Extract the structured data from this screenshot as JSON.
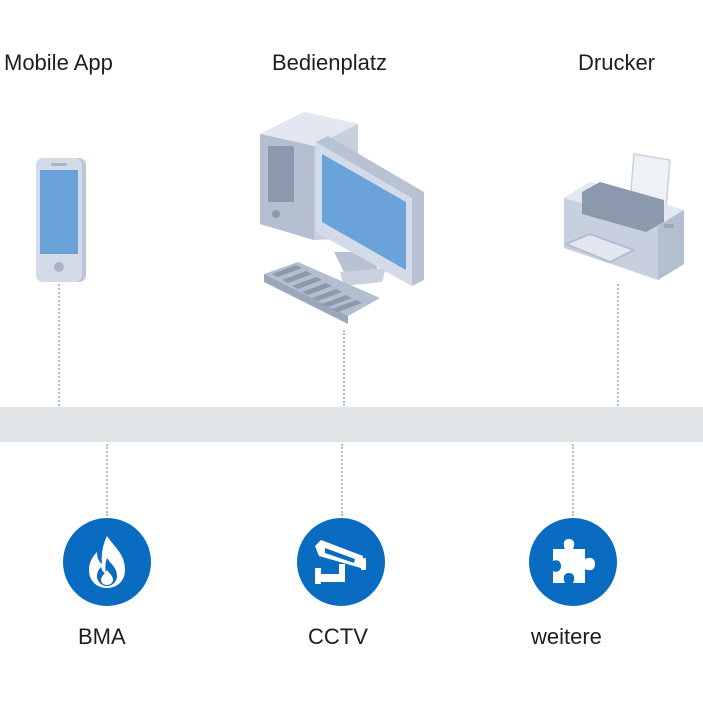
{
  "top_devices": [
    {
      "label": "Mobile App",
      "icon": "smartphone-icon"
    },
    {
      "label": "Bedienplatz",
      "icon": "desktop-computer-icon"
    },
    {
      "label": "Drucker",
      "icon": "printer-icon"
    }
  ],
  "bottom_systems": [
    {
      "label": "BMA",
      "icon": "fire-icon"
    },
    {
      "label": "CCTV",
      "icon": "security-camera-icon"
    },
    {
      "label": "weitere",
      "icon": "puzzle-piece-icon"
    }
  ],
  "colors": {
    "accent": "#0a6cc1",
    "bus": "#e0e4e7",
    "device_body": "#d3dae8",
    "screen": "#6aa3d9"
  }
}
